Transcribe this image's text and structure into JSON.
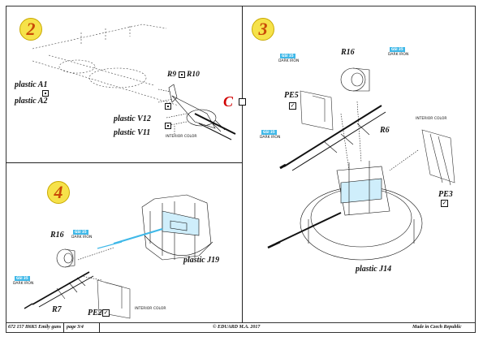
{
  "steps": {
    "s2": {
      "number": "2"
    },
    "s3": {
      "number": "3"
    },
    "s4": {
      "number": "4"
    }
  },
  "step2": {
    "labels": {
      "r9_r10_a": "R9",
      "r9_r10_b": "R10",
      "plastic_a1": "plastic A1",
      "plastic_a2": "plastic A2",
      "plastic_v12": "plastic V12",
      "plastic_v11": "plastic V11",
      "bend_badge": "C"
    },
    "paint": {
      "interior_color": "INTERIOR COLOR"
    }
  },
  "step3": {
    "labels": {
      "r16": "R16",
      "pe5": "PE5",
      "r6": "R6",
      "pe3": "PE3",
      "plastic_j14": "plastic J14"
    },
    "paint": {
      "chip_top_left": "GSI 35",
      "dark_iron_top_left": "DARK IRON",
      "chip_top_right": "GSI 35",
      "dark_iron_top_right": "DARK IRON",
      "chip_left": "GSI 35",
      "dark_iron_left": "DARK IRON",
      "interior_color": "INTERIOR COLOR"
    }
  },
  "step4": {
    "labels": {
      "r16": "R16",
      "r7": "R7",
      "pe2": "PE2",
      "plastic_j19": "plastic J19"
    },
    "paint": {
      "chip_r16": "GSI 35",
      "dark_iron_r16": "DARK IRON",
      "chip_r7": "GSI 35",
      "dark_iron_r7": "DARK IRON",
      "interior_color": "INTERIOR COLOR"
    }
  },
  "footer": {
    "left": "672 157  H6K5 Emily guns",
    "page": "page 3/4",
    "center": "© EDUARD  M.A. 2017",
    "right": "Made in Czech Republic"
  },
  "colors": {
    "accent_blue": "#3fb8e8",
    "step_yellow": "#f6e24a",
    "step_text": "#c94a08",
    "bend_red": "#d10000"
  }
}
